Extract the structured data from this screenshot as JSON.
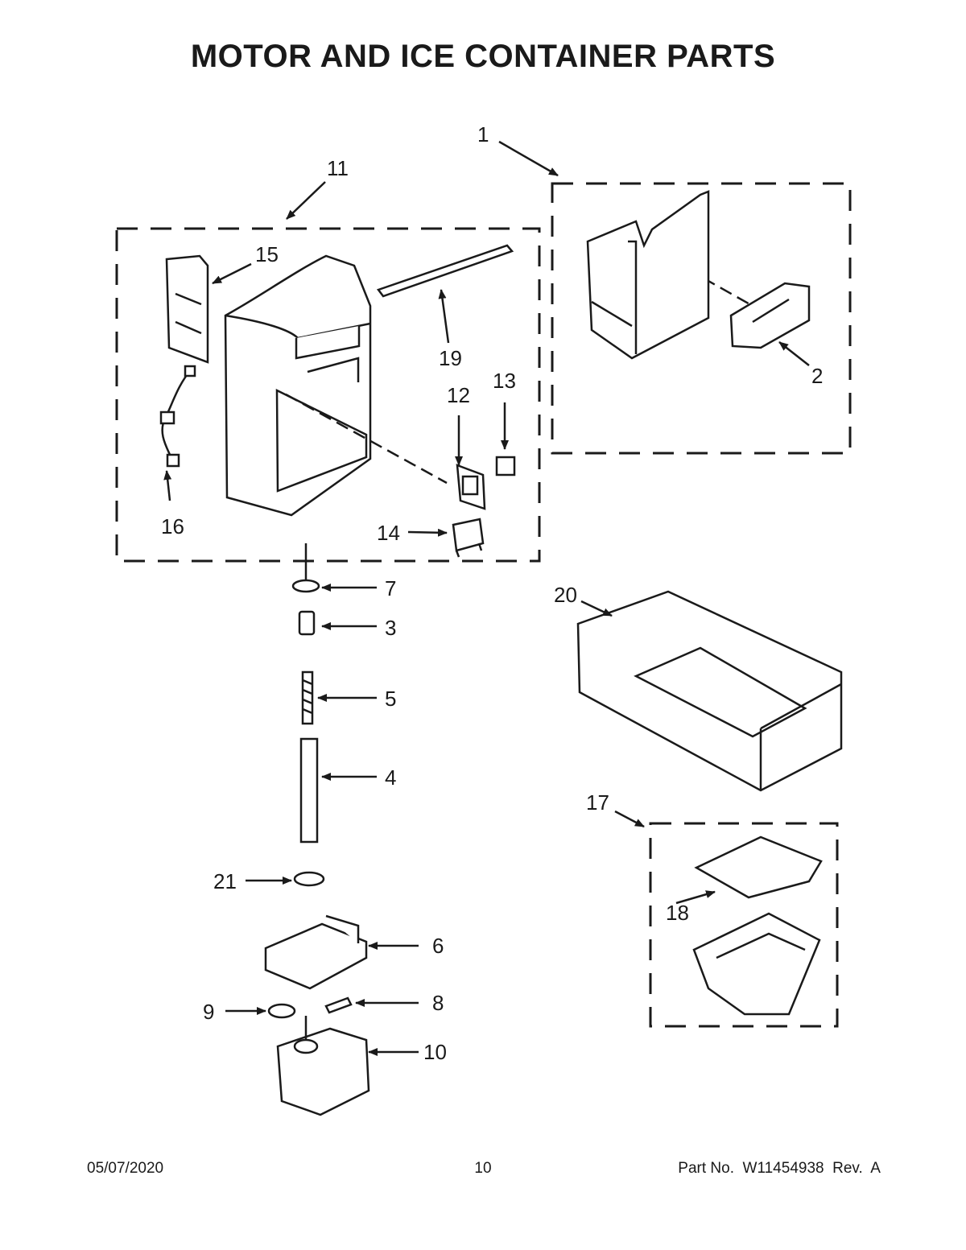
{
  "title": "MOTOR AND ICE CONTAINER PARTS",
  "callouts": {
    "c1": "1",
    "c2": "2",
    "c3": "3",
    "c4": "4",
    "c5": "5",
    "c6": "6",
    "c7": "7",
    "c8": "8",
    "c9": "9",
    "c10": "10",
    "c11": "11",
    "c12": "12",
    "c13": "13",
    "c14": "14",
    "c15": "15",
    "c16": "16",
    "c17": "17",
    "c18": "18",
    "c19": "19",
    "c20": "20",
    "c21": "21"
  },
  "footer": {
    "date": "05/07/2020",
    "page": "10",
    "part": "Part No.  W11454938  Rev.  A"
  }
}
